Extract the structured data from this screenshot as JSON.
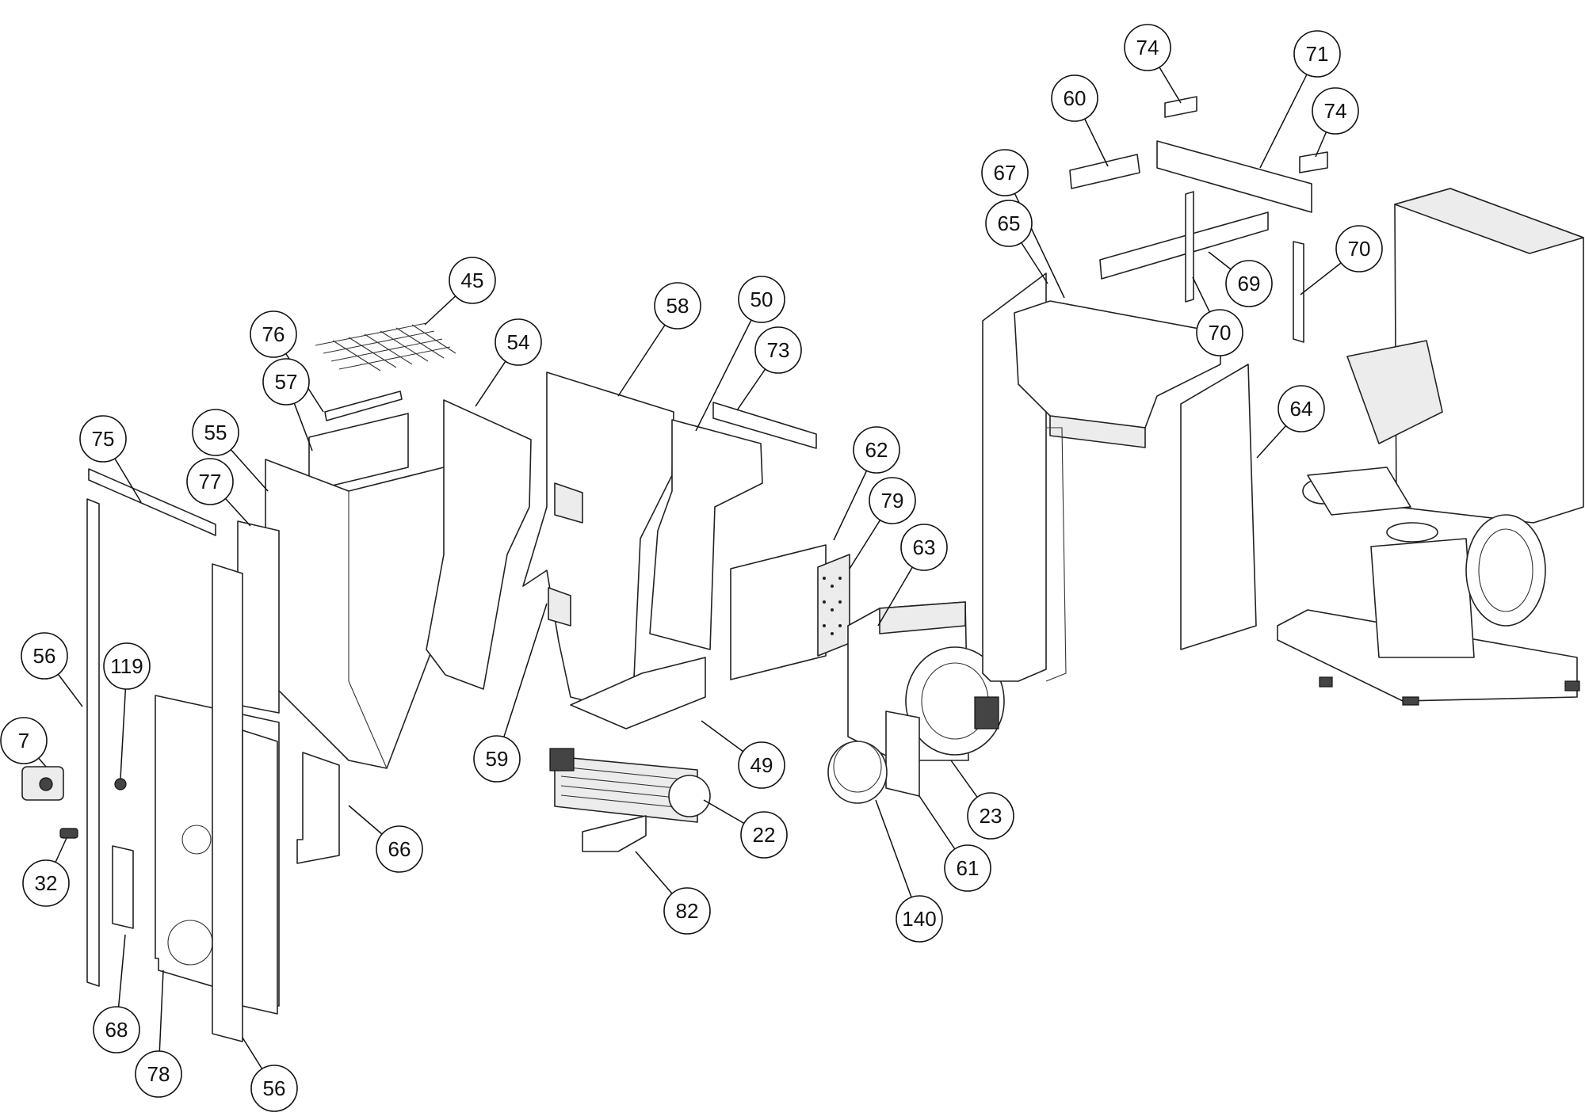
{
  "callouts": [
    {
      "id": "c74a",
      "label": "74"
    },
    {
      "id": "c71",
      "label": "71"
    },
    {
      "id": "c60",
      "label": "60"
    },
    {
      "id": "c74b",
      "label": "74"
    },
    {
      "id": "c67",
      "label": "67"
    },
    {
      "id": "c65",
      "label": "65"
    },
    {
      "id": "c70a",
      "label": "70"
    },
    {
      "id": "c69",
      "label": "69"
    },
    {
      "id": "c70b",
      "label": "70"
    },
    {
      "id": "c45",
      "label": "45"
    },
    {
      "id": "c58",
      "label": "58"
    },
    {
      "id": "c50",
      "label": "50"
    },
    {
      "id": "c64",
      "label": "64"
    },
    {
      "id": "c76",
      "label": "76"
    },
    {
      "id": "c54",
      "label": "54"
    },
    {
      "id": "c73",
      "label": "73"
    },
    {
      "id": "c57",
      "label": "57"
    },
    {
      "id": "c75",
      "label": "75"
    },
    {
      "id": "c55",
      "label": "55"
    },
    {
      "id": "c62",
      "label": "62"
    },
    {
      "id": "c77",
      "label": "77"
    },
    {
      "id": "c79",
      "label": "79"
    },
    {
      "id": "c63",
      "label": "63"
    },
    {
      "id": "c56a",
      "label": "56"
    },
    {
      "id": "c119",
      "label": "119"
    },
    {
      "id": "c7",
      "label": "7"
    },
    {
      "id": "c59",
      "label": "59"
    },
    {
      "id": "c49",
      "label": "49"
    },
    {
      "id": "c23",
      "label": "23"
    },
    {
      "id": "c22",
      "label": "22"
    },
    {
      "id": "c66",
      "label": "66"
    },
    {
      "id": "c61",
      "label": "61"
    },
    {
      "id": "c32",
      "label": "32"
    },
    {
      "id": "c82",
      "label": "82"
    },
    {
      "id": "c140",
      "label": "140"
    },
    {
      "id": "c68",
      "label": "68"
    },
    {
      "id": "c78",
      "label": "78"
    },
    {
      "id": "c56b",
      "label": "56"
    }
  ]
}
